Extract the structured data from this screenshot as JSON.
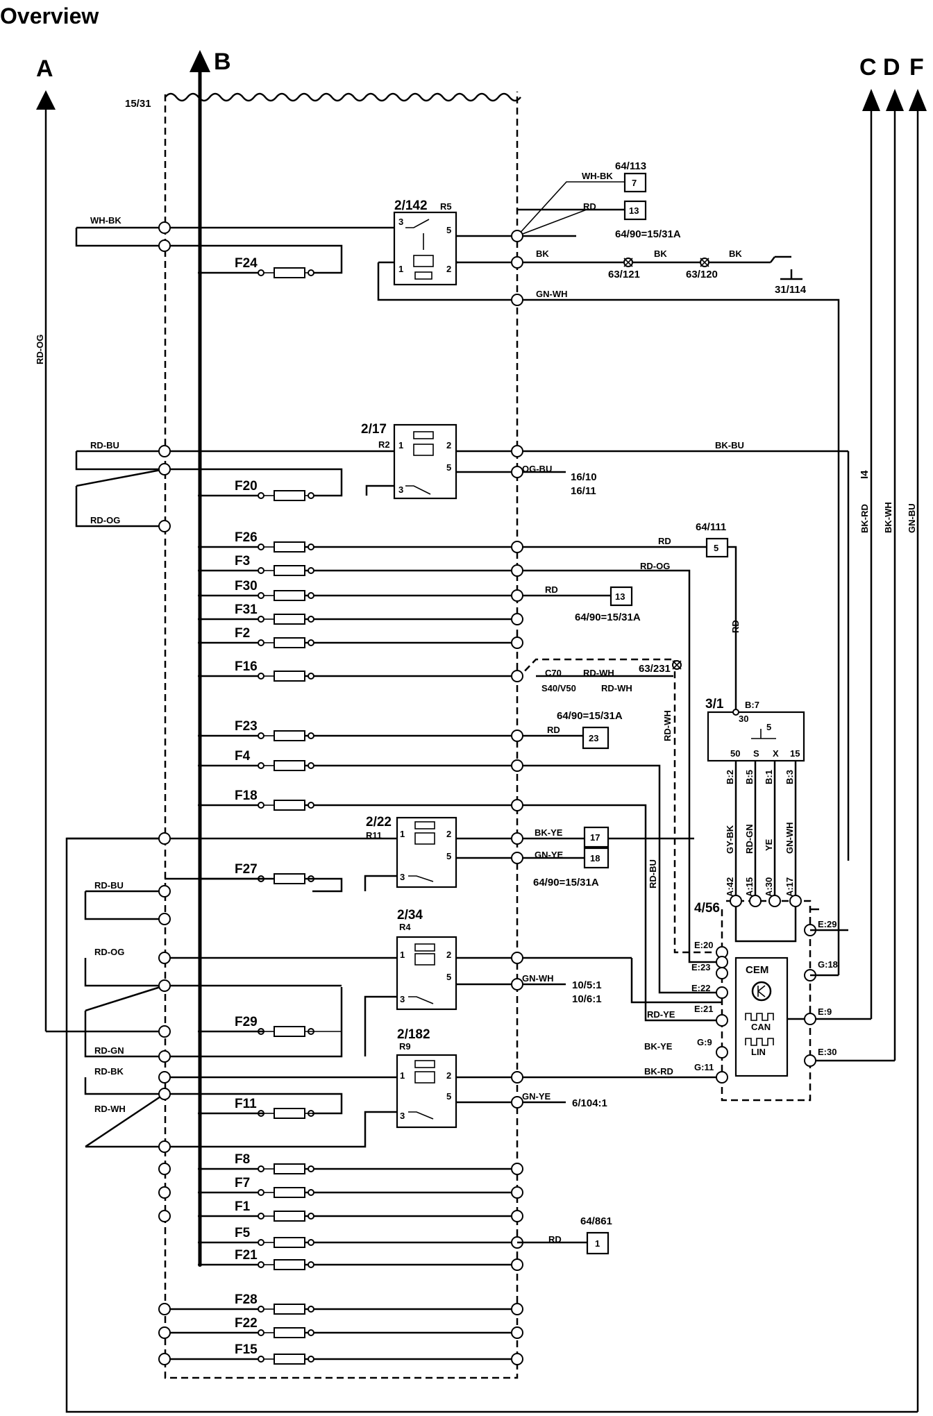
{
  "title": "Overview",
  "connectors": [
    "A",
    "B",
    "C",
    "D",
    "F"
  ],
  "box_label": "15/31",
  "fuses": [
    "F24",
    "F20",
    "F26",
    "F3",
    "F30",
    "F31",
    "F2",
    "F16",
    "F23",
    "F4",
    "F18",
    "F27",
    "F29",
    "F11",
    "F8",
    "F7",
    "F1",
    "F5",
    "F21",
    "F28",
    "F22",
    "F15"
  ],
  "relays": [
    {
      "name": "2/142",
      "pos": "R5",
      "pins": [
        "3",
        "5",
        "1",
        "2"
      ]
    },
    {
      "name": "2/17",
      "pos": "R2",
      "pins": [
        "1",
        "2",
        "5",
        "3"
      ]
    },
    {
      "name": "2/22",
      "pos": "R11",
      "pins": [
        "1",
        "2",
        "5",
        "3"
      ]
    },
    {
      "name": "2/34",
      "pos": "R4",
      "pins": [
        "1",
        "2",
        "5",
        "3"
      ]
    },
    {
      "name": "2/182",
      "pos": "R9",
      "pins": [
        "1",
        "2",
        "5",
        "3"
      ]
    }
  ],
  "wire_colors": {
    "wh_bk": "WH-BK",
    "rd_og": "RD-OG",
    "rd": "RD",
    "bk": "BK",
    "gn_wh": "GN-WH",
    "rd_bu": "RD-BU",
    "bk_bu": "BK-BU",
    "og_bu": "OG-BU",
    "rd_wh": "RD-WH",
    "bk_ye": "BK-YE",
    "gn_ye": "GN-YE",
    "rd_gn": "RD-GN",
    "rd_bk": "RD-BK",
    "rd_ye": "RD-YE",
    "bk_rd": "BK-RD",
    "bk_wh": "BK-WH",
    "gn_bu": "GN-BU",
    "gy_bk": "GY-BK",
    "ye": "YE",
    "c70": "C70",
    "s40v50": "S40/V50",
    "i4": "I4"
  },
  "components": {
    "c64_113": "64/113",
    "c64_90": "64/90=15/31A",
    "c63_121": "63/121",
    "c63_120": "63/120",
    "c31_114": "31/114",
    "c16_10": "16/10",
    "c16_11": "16/11",
    "c64_111": "64/111",
    "c63_231": "63/231",
    "c3_1": "3/1",
    "c4_56": "4/56",
    "cem": "CEM",
    "can": "CAN",
    "lin": "LIN",
    "c10_5_1": "10/5:1",
    "c10_6_1": "10/6:1",
    "c6_104_1": "6/104:1",
    "c64_861": "64/861"
  },
  "terminals": {
    "t7": "7",
    "t13": "13",
    "t5": "5",
    "t23": "23",
    "t17": "17",
    "t18": "18",
    "t1": "1"
  },
  "ignition_pins": {
    "b7": "B:7",
    "p30": "30",
    "p5": "5",
    "p50": "50",
    "ps": "S",
    "px": "X",
    "p15": "15",
    "b2": "B:2",
    "b5": "B:5",
    "b1": "B:1",
    "b3": "B:3"
  },
  "cem_pins": {
    "a42": "A:42",
    "a15": "A:15",
    "a30": "A:30",
    "a17": "A:17",
    "e20": "E:20",
    "e23": "E:23",
    "e22": "E:22",
    "e21": "E:21",
    "g9": "G:9",
    "g11": "G:11",
    "e29": "E:29",
    "g18": "G:18",
    "e9": "E:9",
    "e30": "E:30"
  }
}
